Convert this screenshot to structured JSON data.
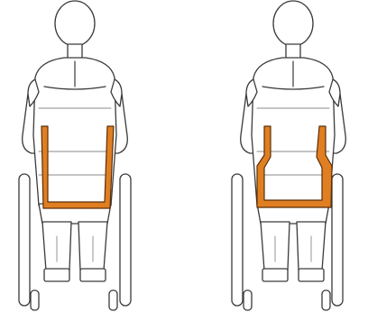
{
  "colors": {
    "background": "#ffffff",
    "outline": "#3a3a3a",
    "backrest_fill": "#e07f22",
    "backrest_stroke": "#5a2e0a"
  },
  "figures": [
    {
      "name": "figure-left",
      "backrest_shape": "straight"
    },
    {
      "name": "figure-right",
      "backrest_shape": "angled"
    }
  ]
}
